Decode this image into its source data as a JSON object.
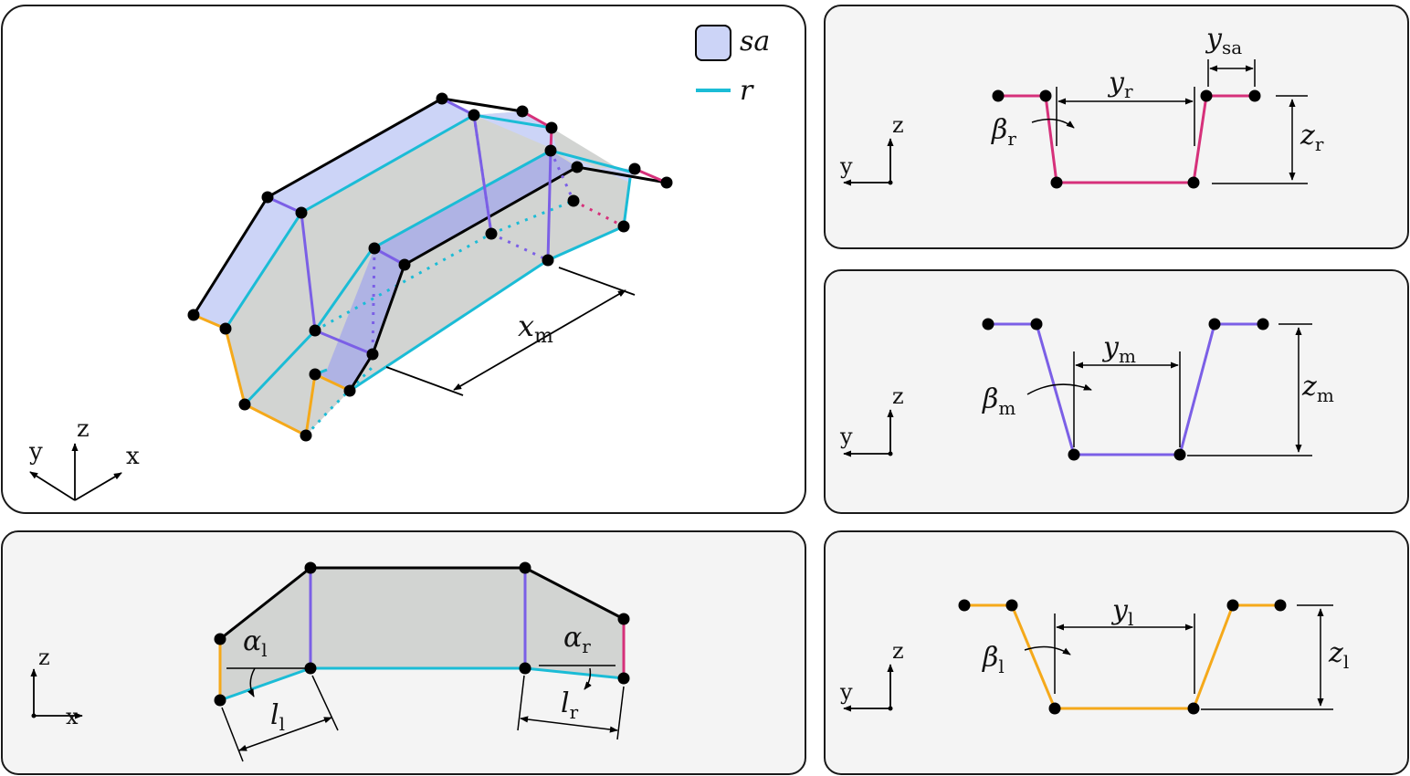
{
  "colors": {
    "panel_main_bg": "#ffffff",
    "panel_bg": "#f4f4f4",
    "panel_border": "#1a1a1a",
    "section_fill": "#d2d4d2",
    "sa_fill": "#ccd4f7",
    "r_line": "#1bbcd6",
    "left_line": "#f5a91a",
    "middle_line": "#7b5fe6",
    "right_line": "#d6307a",
    "black": "#000000"
  },
  "legend": {
    "sa_label": "sa",
    "r_label": "r"
  },
  "axes": {
    "x": "x",
    "y": "y",
    "z": "z"
  },
  "labels": {
    "x_m": "x",
    "x_m_sub": "m",
    "y_r": "y",
    "y_r_sub": "r",
    "y_sa": "y",
    "y_sa_sub": "sa",
    "z_r": "z",
    "z_r_sub": "r",
    "beta_r": "β",
    "beta_r_sub": "r",
    "y_m": "y",
    "y_m_sub": "m",
    "z_m": "z",
    "z_m_sub": "m",
    "beta_m": "β",
    "beta_m_sub": "m",
    "y_l": "y",
    "y_l_sub": "l",
    "z_l": "z",
    "z_l_sub": "l",
    "beta_l": "β",
    "beta_l_sub": "l",
    "alpha_l": "α",
    "alpha_l_sub": "l",
    "alpha_r": "α",
    "alpha_r_sub": "r",
    "l_l": "l",
    "l_l_sub": "l",
    "l_r": "l",
    "l_r_sub": "r"
  }
}
